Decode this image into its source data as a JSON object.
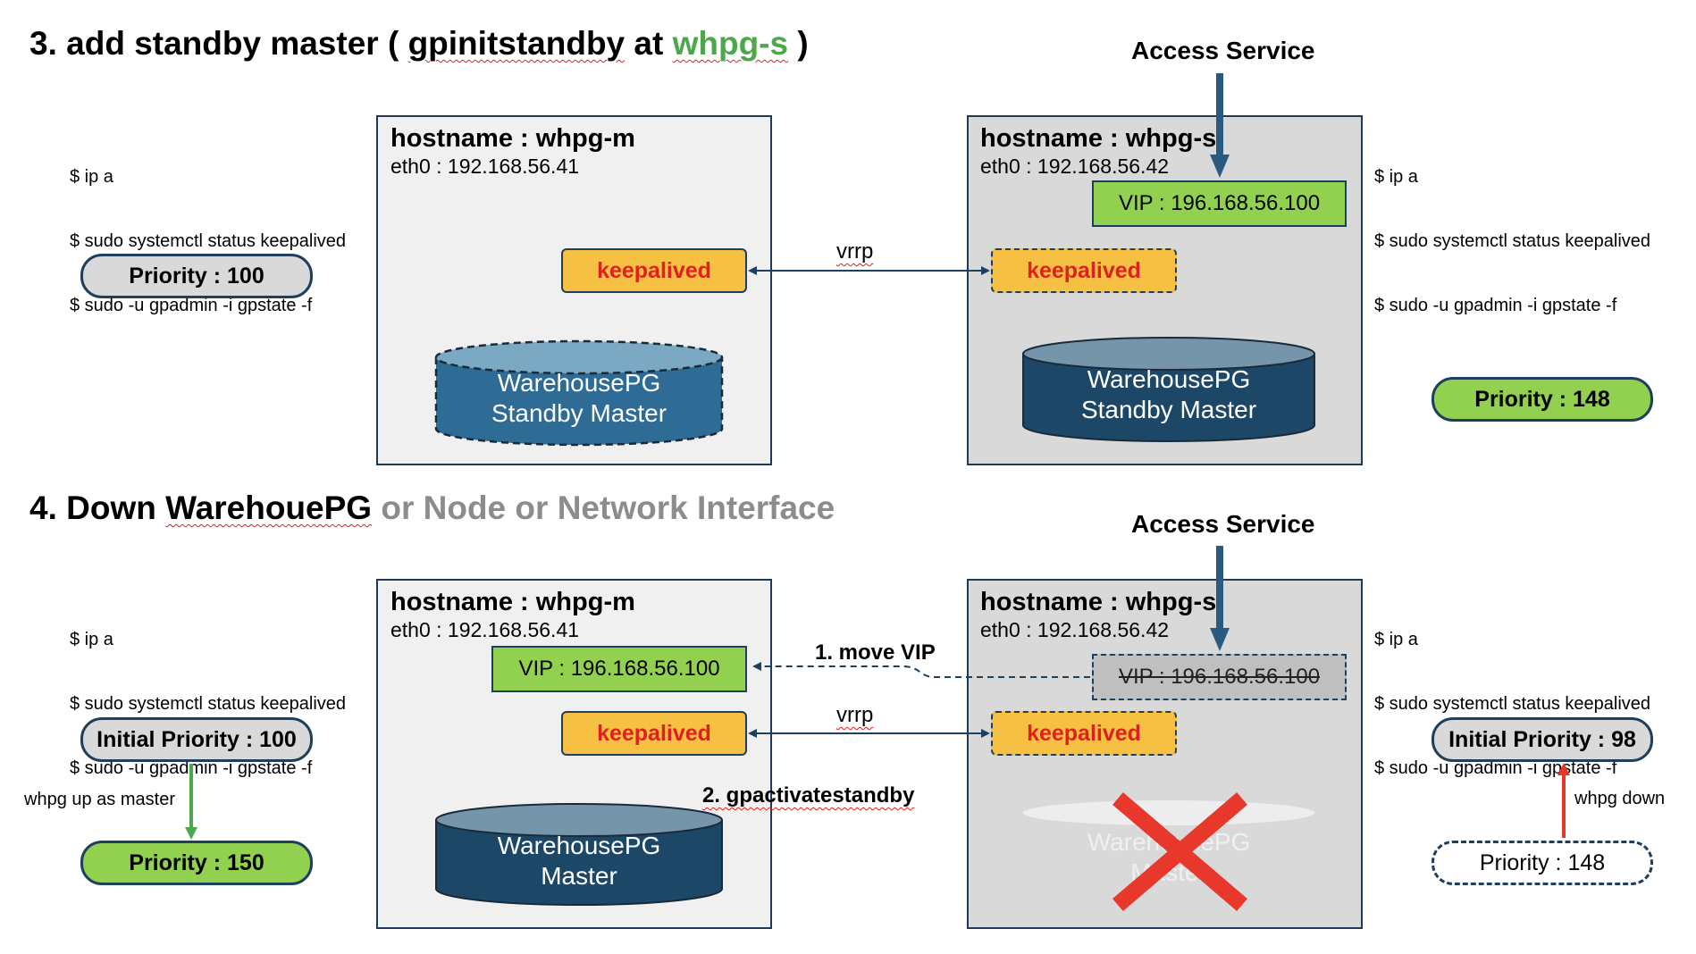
{
  "section3": {
    "title_prefix": "3. add standby master ( ",
    "title_cmd": "gpinitstandby",
    "title_at": " at ",
    "title_host": "whpg-s",
    "title_suffix": " )",
    "access_service": "Access Service",
    "left_cmds": [
      "$ ip a",
      "$ sudo systemctl status keepalived",
      "$ sudo -u gpadmin -i gpstate -f"
    ],
    "right_cmds": [
      "$ ip a",
      "$ sudo systemctl status keepalived",
      "$ sudo -u gpadmin -i gpstate -f"
    ],
    "left_priority": "Priority : 100",
    "right_priority": "Priority : 148",
    "host_m": {
      "hostname": "hostname : whpg-m",
      "eth0": "eth0 : 192.168.56.41",
      "keepalived": "keepalived",
      "db_line1": "WarehousePG",
      "db_line2": "Standby Master"
    },
    "host_s": {
      "hostname": "hostname : whpg-s",
      "eth0": "eth0 : 192.168.56.42",
      "vip": "VIP : 196.168.56.100",
      "keepalived": "keepalived",
      "db_line1": "WarehousePG",
      "db_line2": "Standby Master"
    },
    "vrrp": "vrrp"
  },
  "section4": {
    "title_prefix": "4. Down ",
    "title_name": "WarehouePG",
    "title_rest": " or Node or Network Interface",
    "access_service": "Access Service",
    "left_cmds": [
      "$ ip a",
      "$ sudo systemctl status keepalived",
      "$ sudo -u gpadmin -i gpstate -f"
    ],
    "right_cmds": [
      "$ ip a",
      "$ sudo systemctl status keepalived",
      "$ sudo -u gpadmin -i gpstate -f"
    ],
    "left_initial": "Initial Priority : 100",
    "left_final": "Priority : 150",
    "left_transition": "whpg up as master",
    "right_initial": "Initial Priority : 98",
    "right_final": "Priority : 148",
    "right_transition": "whpg down",
    "host_m": {
      "hostname": "hostname : whpg-m",
      "eth0": "eth0 : 192.168.56.41",
      "vip": "VIP : 196.168.56.100",
      "keepalived": "keepalived",
      "db_line1": "WarehousePG",
      "db_line2": "Master"
    },
    "host_s": {
      "hostname": "hostname : whpg-s",
      "eth0": "eth0 : 192.168.56.42",
      "vip": "VIP : 196.168.56.100",
      "keepalived": "keepalived",
      "db_line1": "WarehousePG",
      "db_line2": "Master"
    },
    "move_vip": "1. move VIP",
    "vrrp": "vrrp",
    "activate": "2. gpactivatestandby"
  },
  "colors": {
    "navy": "#1f3f5f",
    "green_fill": "#92d050",
    "keepalived_fill": "#f6c043",
    "keepalived_text": "#e02020",
    "db_standby": "#2e6b95",
    "db_master": "#1d4766",
    "cross": "#e8382c",
    "arrow_green": "#4ea84b",
    "arrow_red": "#e8382c"
  }
}
